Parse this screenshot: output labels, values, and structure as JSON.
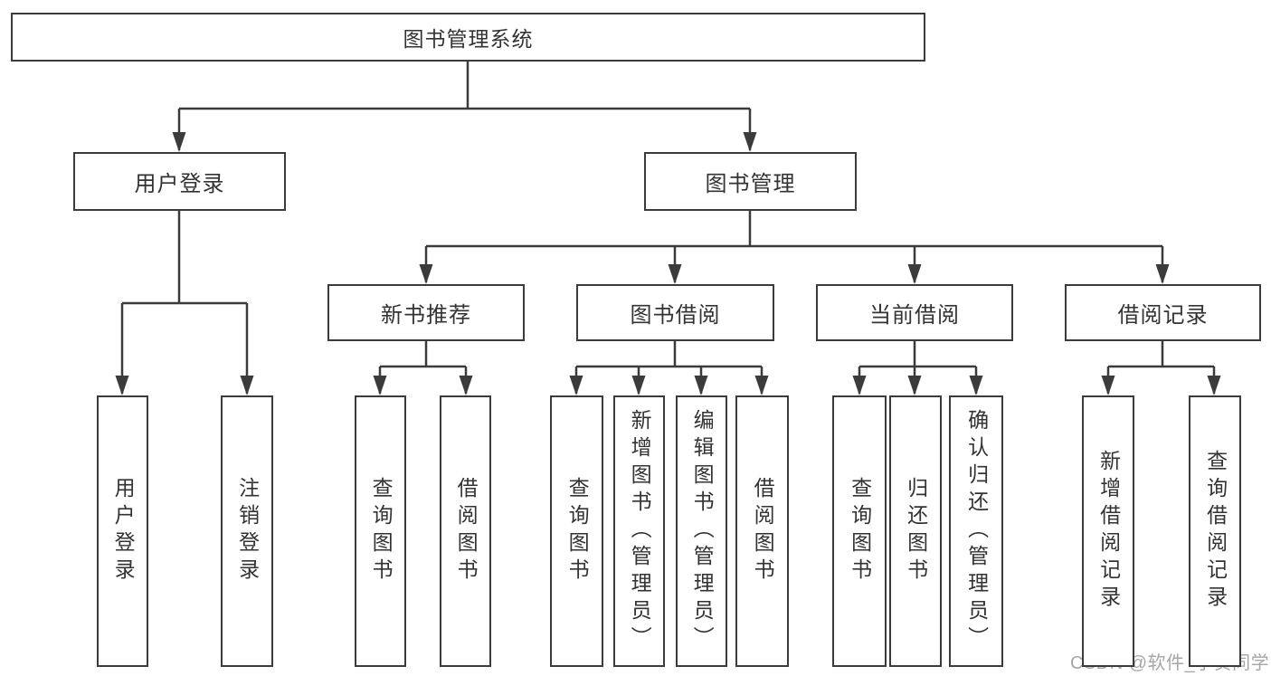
{
  "tree": {
    "label": "图书管理系统",
    "children": [
      {
        "label": "用户登录",
        "children": [
          {
            "label": "用户登录"
          },
          {
            "label": "注销登录"
          }
        ]
      },
      {
        "label": "图书管理",
        "children": [
          {
            "label": "新书推荐",
            "children": [
              {
                "label": "查询图书"
              },
              {
                "label": "借阅图书"
              }
            ]
          },
          {
            "label": "图书借阅",
            "children": [
              {
                "label": "查询图书"
              },
              {
                "label": "新增图书（管理员）"
              },
              {
                "label": "编辑图书（管理员）"
              },
              {
                "label": "借阅图书"
              }
            ]
          },
          {
            "label": "当前借阅",
            "children": [
              {
                "label": "查询图书"
              },
              {
                "label": "归还图书"
              },
              {
                "label": "确认归还（管理员）"
              }
            ]
          },
          {
            "label": "借阅记录",
            "children": [
              {
                "label": "新增借阅记录"
              },
              {
                "label": "查询借阅记录"
              }
            ]
          }
        ]
      }
    ]
  },
  "watermark": "CSDN @软件_小贺同学",
  "colors": {
    "line": "#3b3b3b",
    "box_border": "#3b3b3b",
    "text": "#333333",
    "watermark": "#a2a2a2",
    "background": "#ffffff"
  }
}
